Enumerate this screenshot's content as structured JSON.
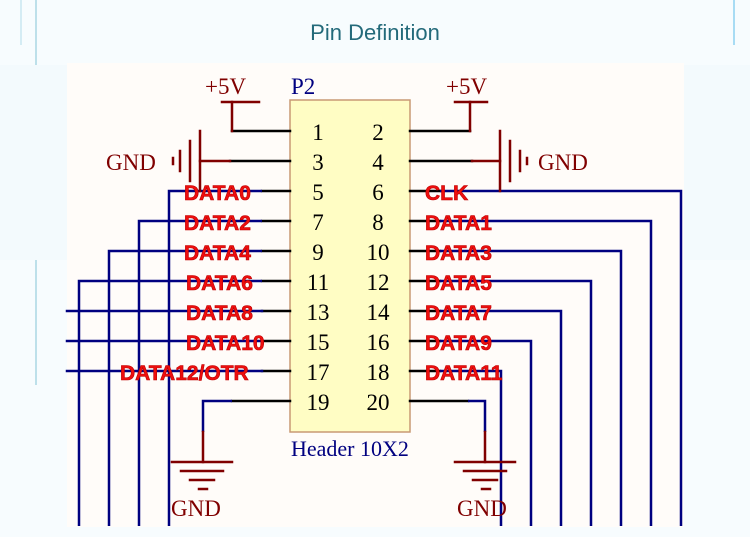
{
  "page": {
    "title": "Pin Definition"
  },
  "schematic": {
    "designator": "P2",
    "component_name": "Header 10X2",
    "power_label": "+5V",
    "ground_label": "GND",
    "colors": {
      "wire": "#000080",
      "pin_stub": "#000000",
      "power_symbol": "#800000",
      "signal_label": "#ee0e0e",
      "body_fill": "#fffdc4",
      "body_border": "#c89a74",
      "canvas": "#fffcf9"
    },
    "pins": [
      {
        "number": "1",
        "side": "left",
        "net": "+5V"
      },
      {
        "number": "2",
        "side": "right",
        "net": "+5V"
      },
      {
        "number": "3",
        "side": "left",
        "net": "GND"
      },
      {
        "number": "4",
        "side": "right",
        "net": "GND"
      },
      {
        "number": "5",
        "side": "left",
        "net": "DATA0"
      },
      {
        "number": "6",
        "side": "right",
        "net": "CLK"
      },
      {
        "number": "7",
        "side": "left",
        "net": "DATA2"
      },
      {
        "number": "8",
        "side": "right",
        "net": "DATA1"
      },
      {
        "number": "9",
        "side": "left",
        "net": "DATA4"
      },
      {
        "number": "10",
        "side": "right",
        "net": "DATA3"
      },
      {
        "number": "11",
        "side": "left",
        "net": "DATA6"
      },
      {
        "number": "12",
        "side": "right",
        "net": "DATA5"
      },
      {
        "number": "13",
        "side": "left",
        "net": "DATA8"
      },
      {
        "number": "14",
        "side": "right",
        "net": "DATA7"
      },
      {
        "number": "15",
        "side": "left",
        "net": "DATA10"
      },
      {
        "number": "16",
        "side": "right",
        "net": "DATA9"
      },
      {
        "number": "17",
        "side": "left",
        "net": "DATA12/OTR"
      },
      {
        "number": "18",
        "side": "right",
        "net": "DATA11"
      },
      {
        "number": "19",
        "side": "left",
        "net": "GND"
      },
      {
        "number": "20",
        "side": "right",
        "net": "GND"
      }
    ]
  }
}
